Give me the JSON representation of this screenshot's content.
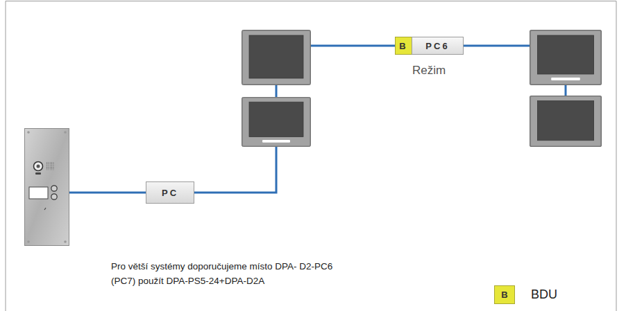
{
  "diagram": {
    "nodes": [
      {
        "text": []
      },
      {
        "text": [
          "PC"
        ]
      },
      {
        "text": []
      },
      {
        "text": []
      },
      {
        "text": [
          "B"
        ]
      },
      {
        "text": [
          "PC6",
          "Režim"
        ]
      },
      {
        "text": []
      },
      {
        "text": []
      }
    ],
    "edges": [
      {
        "from": 0,
        "to": 1,
        "arrow": "none"
      },
      {
        "from": 1,
        "to": 2,
        "arrow": "none"
      },
      {
        "from": 2,
        "to": 3,
        "arrow": "none"
      },
      {
        "from": 3,
        "to": 4,
        "arrow": "none"
      },
      {
        "from": 5,
        "to": 6,
        "arrow": "none"
      },
      {
        "from": 6,
        "to": 7,
        "arrow": "none"
      }
    ],
    "labels": [
      "Pro větší systémy doporučujeme místo DPA- D2-PC6 (PC7) použít DPA-PS5-24+DPA-D2A",
      "B"
    ],
    "legend": [
      {
        "text": "BDU",
        "color": "#e6e639"
      }
    ]
  }
}
